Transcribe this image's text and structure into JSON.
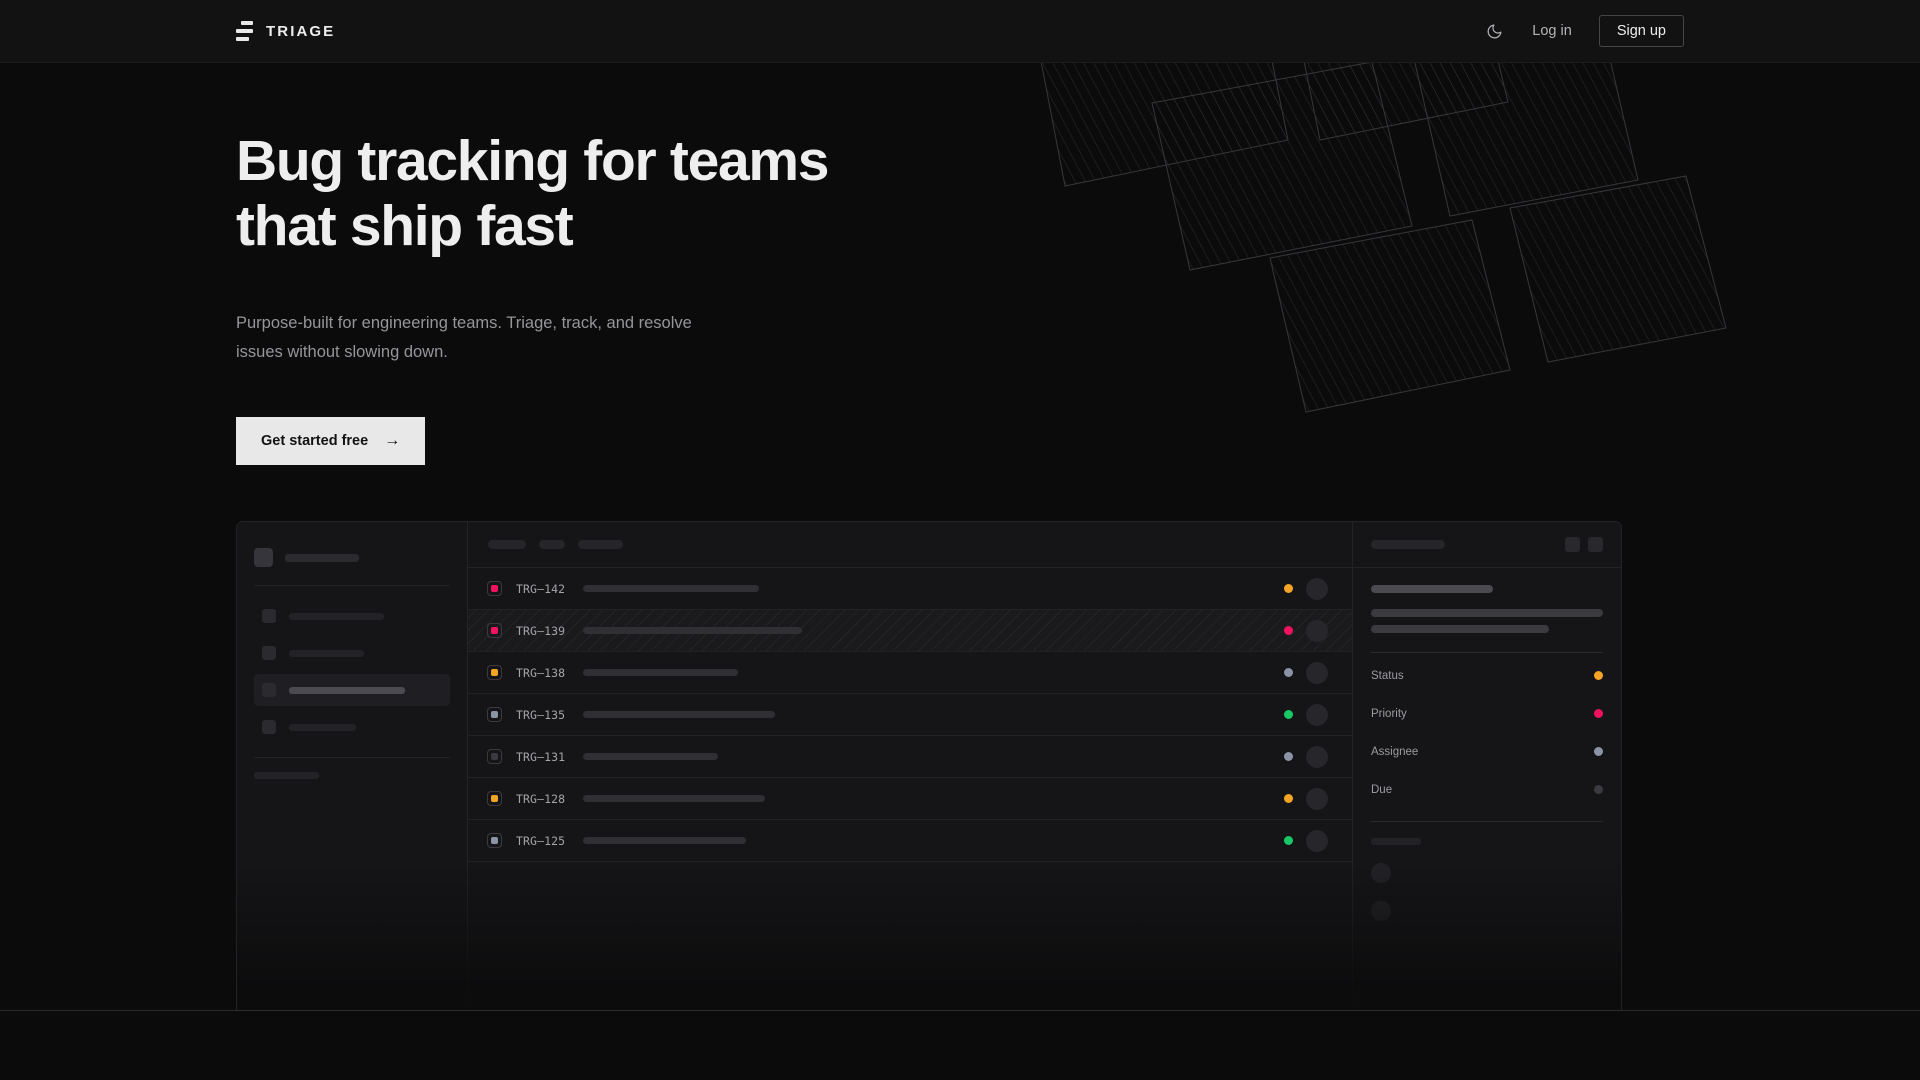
{
  "nav": {
    "brand": "TRIAGE",
    "theme_toggle_icon": "moon-icon",
    "login_label": "Log in",
    "signup_label": "Sign up"
  },
  "hero": {
    "headline": "Bug tracking for teams that ship fast",
    "subhead": "Purpose-built for engineering teams. Triage, track, and resolve issues without slowing down.",
    "cta_label": "Get started free",
    "cta_arrow": "→"
  },
  "colors": {
    "page_bg": "#0b0b0c",
    "nav_bg": "#121213",
    "panel_bg": "#151517",
    "border": "#232326",
    "text_primary": "#eeeeef",
    "text_muted": "#95959a",
    "cta_bg": "#e8e8e9",
    "status_orange": "#f5a524",
    "status_pink": "#f31260",
    "status_green": "#17c964",
    "status_slate": "#8a94a6",
    "status_dark": "#3a3a40"
  },
  "mock": {
    "sidebar": {
      "workspace_skeleton_width": 74,
      "nav_items": [
        {
          "label_width": 95,
          "active": false
        },
        {
          "label_width": 75,
          "active": false
        },
        {
          "label_width": 116,
          "active": true
        },
        {
          "label_width": 67,
          "active": false
        }
      ],
      "section_label_width": 65,
      "sub_items": 3
    },
    "list": {
      "header_chips": [
        38,
        26,
        45
      ],
      "rows": [
        {
          "id": "TRG–142",
          "title_width": 176,
          "priority_color": "#f31260",
          "status_color": "#f5a524",
          "selected": false
        },
        {
          "id": "TRG–139",
          "title_width": 219,
          "priority_color": "#f31260",
          "status_color": "#f31260",
          "selected": true
        },
        {
          "id": "TRG–138",
          "title_width": 155,
          "priority_color": "#f5a524",
          "status_color": "#8a94a6",
          "selected": false
        },
        {
          "id": "TRG–135",
          "title_width": 192,
          "priority_color": "#8a94a6",
          "status_color": "#17c964",
          "selected": false
        },
        {
          "id": "TRG–131",
          "title_width": 135,
          "priority_color": "#3a3a40",
          "status_color": "#8a94a6",
          "selected": false
        },
        {
          "id": "TRG–128",
          "title_width": 182,
          "priority_color": "#f5a524",
          "status_color": "#f5a524",
          "selected": false
        },
        {
          "id": "TRG–125",
          "title_width": 163,
          "priority_color": "#8a94a6",
          "status_color": "#17c964",
          "selected": false
        }
      ]
    },
    "detail": {
      "header_chip_width": 74,
      "action_buttons": 2,
      "title_skeleton_width": 122,
      "body_skeleton_widths": [
        232,
        178
      ],
      "meta": [
        {
          "label": "Status",
          "dot_color": "#f5a524"
        },
        {
          "label": "Priority",
          "dot_color": "#f31260"
        },
        {
          "label": "Assignee",
          "dot_color": "#8a94a6"
        },
        {
          "label": "Due",
          "dot_color": "#3a3a40"
        }
      ],
      "comments_label_width": 50,
      "comment_avatars": 2
    }
  }
}
